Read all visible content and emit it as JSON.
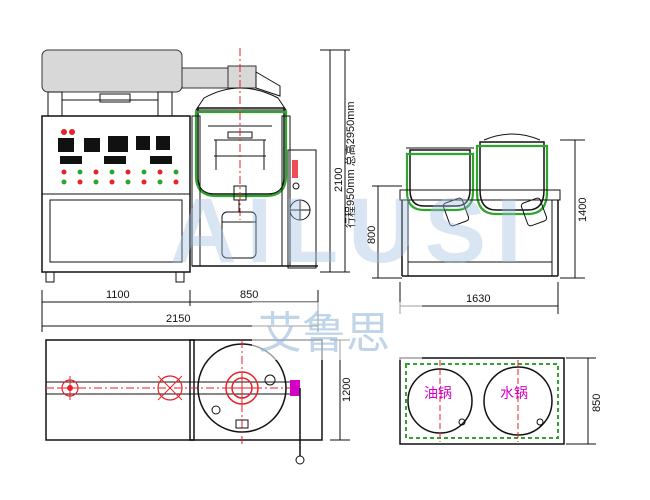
{
  "watermark": {
    "latin": "AILUSI",
    "chinese": "艾鲁思"
  },
  "front_view": {
    "dim_width_left": "1100",
    "dim_width_right": "850",
    "dim_total_width": "2150",
    "dim_height_total": "2100",
    "dim_stroke_note": "行程950mm 总高2950mm"
  },
  "side_view": {
    "dim_height_upper": "1400",
    "dim_height_lower": "800",
    "dim_width": "1630"
  },
  "top_view": {
    "dim_depth": "1200"
  },
  "pot_top_view": {
    "label_oil_pot": "油锅",
    "label_water_pot": "水锅",
    "dim_depth": "850"
  },
  "colors": {
    "line": "#111111",
    "centerline": "#e8202a",
    "jacket": "#2fa52f",
    "pot_label": "#d400c8",
    "panel_red": "#e8202a"
  }
}
